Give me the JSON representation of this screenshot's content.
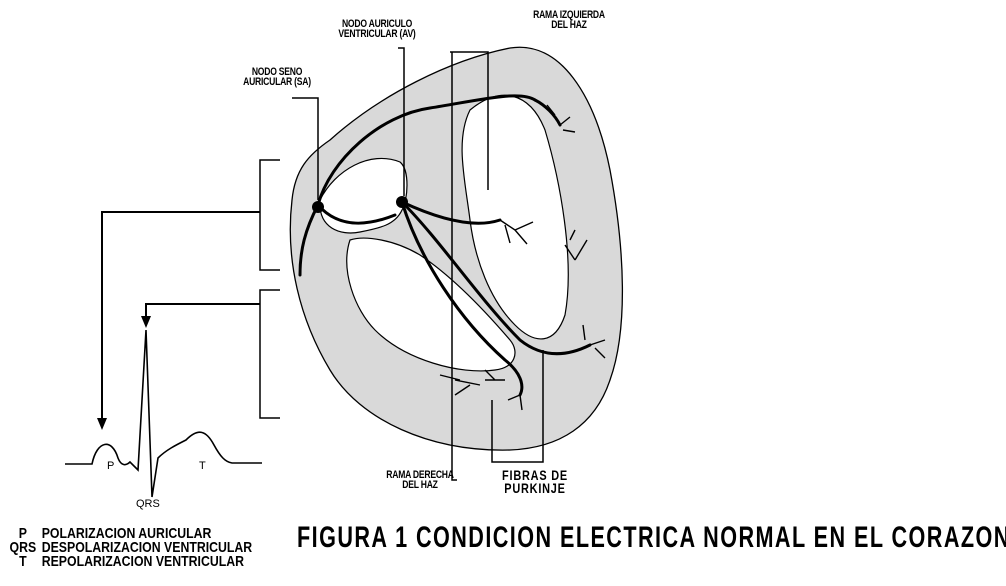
{
  "labels": {
    "nodo_sa": [
      "NODO SENO",
      "AURICULAR (SA)"
    ],
    "nodo_av": [
      "NODO AURICULO",
      "VENTRICULAR (AV)"
    ],
    "rama_izquierda": [
      "RAMA IZQUIERDA",
      "DEL HAZ"
    ],
    "rama_derecha": [
      "RAMA DERECHA",
      "DEL HAZ"
    ],
    "fibras": [
      "FIBRAS DE",
      "PURKINJE"
    ]
  },
  "ecg": {
    "p": "P",
    "t": "T",
    "qrs": "QRS"
  },
  "legend": [
    {
      "key": "P",
      "text": "POLARIZACION AURICULAR"
    },
    {
      "key": "QRS",
      "text": "DESPOLARIZACION VENTRICULAR"
    },
    {
      "key": "T",
      "text": "REPOLARIZACION VENTRICULAR"
    }
  ],
  "title": "FIGURA 1 CONDICION ELECTRICA NORMAL EN EL CORAZON"
}
